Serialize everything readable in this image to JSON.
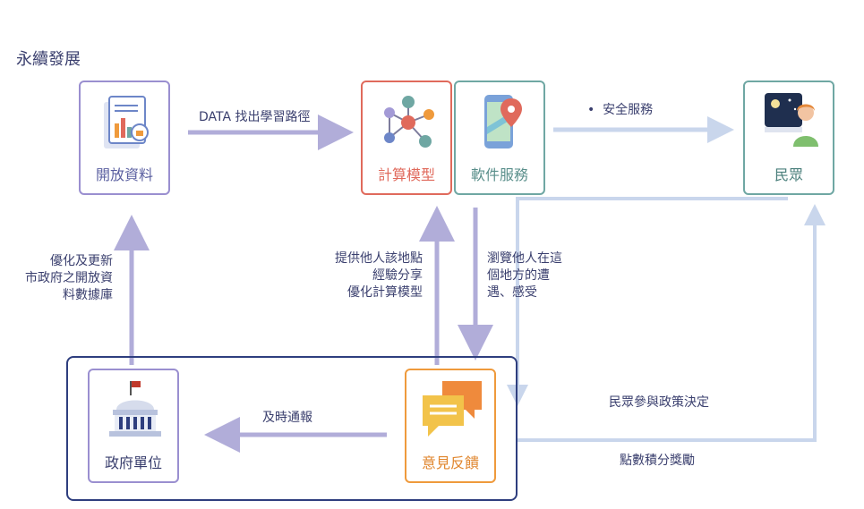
{
  "title": "永續發展",
  "nodes": {
    "open_data": "開放資料",
    "compute_model": "計算模型",
    "software_service": "軟件服務",
    "public": "民眾",
    "government": "政府單位",
    "feedback": "意見反饋"
  },
  "edges": {
    "data_learning": "DATA 找出學習路徑",
    "safety_service": "安全服務",
    "update_db": [
      "優化及更新",
      "市政府之開放資",
      "料數據庫"
    ],
    "share_experience": [
      "提供他人該地點",
      "經驗分享",
      "優化計算模型"
    ],
    "browse_experience": [
      "瀏覽他人在這",
      "個地方的遭",
      "遇、感受"
    ],
    "timely_report": "及時通報",
    "public_participation": "民眾參與政策決定",
    "points_reward": "點數積分獎勵"
  },
  "colors": {
    "purple": "#9a8fd0",
    "red": "#e06a5c",
    "teal": "#6fa7a3",
    "orange": "#ef9a3c",
    "navy": "#2e3e7e",
    "light_blue": "#c9d6ec",
    "arrow_purple": "#b1add9"
  }
}
